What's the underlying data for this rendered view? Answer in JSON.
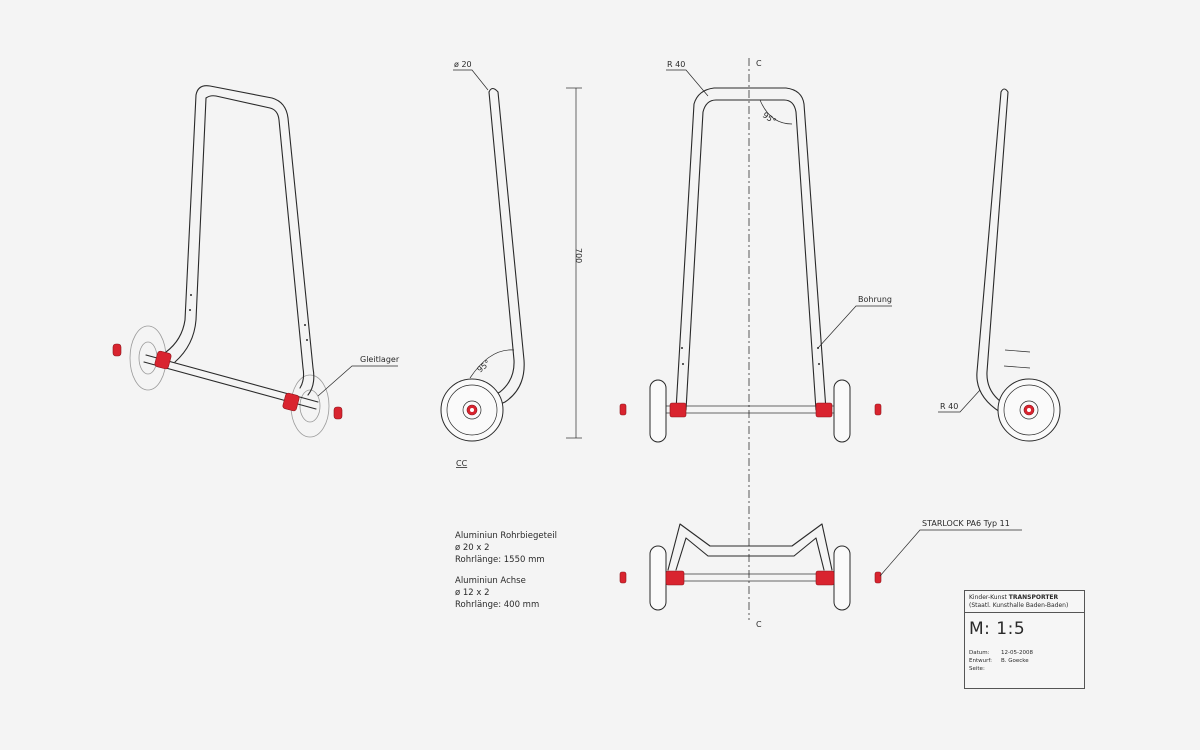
{
  "drawing_labels": {
    "bearing": "Gleitlager",
    "tube_diameter": "ø 20",
    "height_dim": "700",
    "angle_side": "95°",
    "section_cc": "CC",
    "radius_front": "R 40",
    "section_c_top": "C",
    "angle_front": "95°",
    "drilling": "Bohrung",
    "radius_right": "R 40",
    "starlock": "STARLOCK PA6 Typ 11",
    "section_c_bottom": "C"
  },
  "specs": {
    "tube_title": "Aluminiun Rohrbiegeteil",
    "tube_dim": "ø 20 x 2",
    "tube_length": "Rohrlänge: 1550 mm",
    "axle_title": "Aluminiun Achse",
    "axle_dim": "ø 12 x 2",
    "axle_length": "Rohrlänge: 400 mm"
  },
  "titleblock": {
    "project_prefix": "Kinder-Kunst ",
    "project_name": "TRANSPORTER",
    "client": "(Staatl. Kunsthalle Baden-Baden)",
    "scale": "M:  1:5",
    "date_label": "Datum:",
    "date_value": "12-05-2008",
    "design_label": "Entwurf:",
    "design_value": "B. Goecke",
    "page_label": "Seite:",
    "page_value": ""
  },
  "colors": {
    "accent_red": "#d9242f",
    "line": "#2a2a2a",
    "background": "#f4f4f4"
  }
}
